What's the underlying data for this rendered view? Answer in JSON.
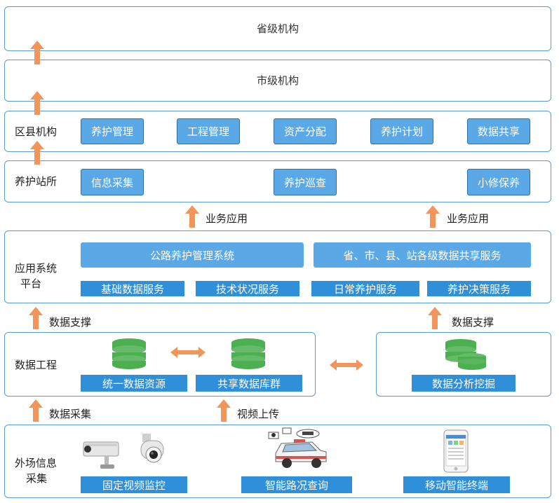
{
  "colors": {
    "border": "#5a9bd5",
    "box": "#5ba8e6",
    "box_dark": "#2f8fd8",
    "arrow": "#f2955b",
    "db": "#4caf50"
  },
  "levels": {
    "province": "省级机构",
    "city": "市级机构",
    "district": {
      "label": "区县机构",
      "items": [
        "养护管理",
        "工程管理",
        "资产分配",
        "养护计划",
        "数据共享"
      ]
    },
    "station": {
      "label": "养护站所",
      "items": [
        "信息采集",
        "养护巡查",
        "小修保养"
      ]
    }
  },
  "flows": {
    "business_app_left": "业务应用",
    "business_app_right": "业务应用",
    "data_support_left": "数据支撑",
    "data_support_right": "数据支撑",
    "data_collection": "数据采集",
    "video_upload": "视频上传"
  },
  "app_platform": {
    "label_line1": "应用系统",
    "label_line2": "平台",
    "system": "公路养护管理系统",
    "sharing": "省、市、县、站各级数据共享服务",
    "services": [
      "基础数据服务",
      "技术状况服务",
      "日常养护服务",
      "养护决策服务"
    ]
  },
  "data_engineering": {
    "label": "数据工程",
    "unified": "统一数据资源",
    "shared": "共享数据库群",
    "analysis": "数据分析挖掘"
  },
  "field_collection": {
    "label_line1": "外场信息",
    "label_line2": "采集",
    "items": [
      "固定视频监控",
      "智能路况查询",
      "移动智能终端"
    ],
    "icons": [
      "cctv-camera-icon",
      "dome-camera-icon",
      "inspection-vehicle-icon",
      "mobile-phone-icon"
    ]
  }
}
